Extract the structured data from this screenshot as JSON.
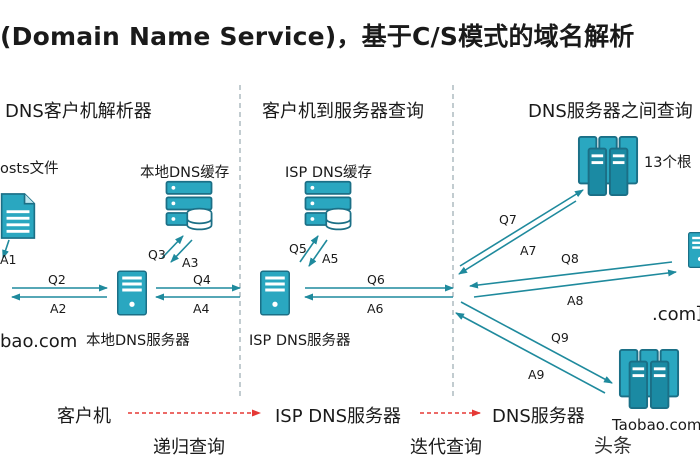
{
  "title": "(Domain Name Service)，基于C/S模式的域名解析",
  "sections": {
    "client": "DNS客户机解析器",
    "client_to_server": "客户机到服务器查询",
    "between_servers": "DNS服务器之间查询"
  },
  "nodes": {
    "hosts_file": "osts文件",
    "local_dns_cache": "本地DNS缓存",
    "local_dns_server": "本地DNS服务器",
    "taobao": "bao.com",
    "isp_dns_cache": "ISP DNS缓存",
    "isp_dns_server": "ISP DNS服务器",
    "root_servers": "13个根",
    "com_tld": ".com顶",
    "taobao_server": "Taobao.com"
  },
  "edges": {
    "a1": "A1",
    "q2": "Q2",
    "a2": "A2",
    "q3": "Q3",
    "a3": "A3",
    "q4": "Q4",
    "a4": "A4",
    "q5": "Q5",
    "a5": "A5",
    "q6": "Q6",
    "a6": "A6",
    "q7": "Q7",
    "a7": "A7",
    "q8": "Q8",
    "a8": "A8",
    "q9": "Q9",
    "a9": "A9"
  },
  "flow": {
    "client": "客户机",
    "isp_dns_server": "ISP DNS服务器",
    "dns_server": "DNS服务器",
    "recursive": "递归查询",
    "iterative": "迭代查询"
  },
  "watermark": "头条",
  "colors": {
    "teal": "#1f8a9d",
    "icon_fill": "#2aa7c0",
    "icon_dark": "#1b6f86",
    "flow_arrow": "#e53935",
    "divider": "#9aaab0"
  }
}
